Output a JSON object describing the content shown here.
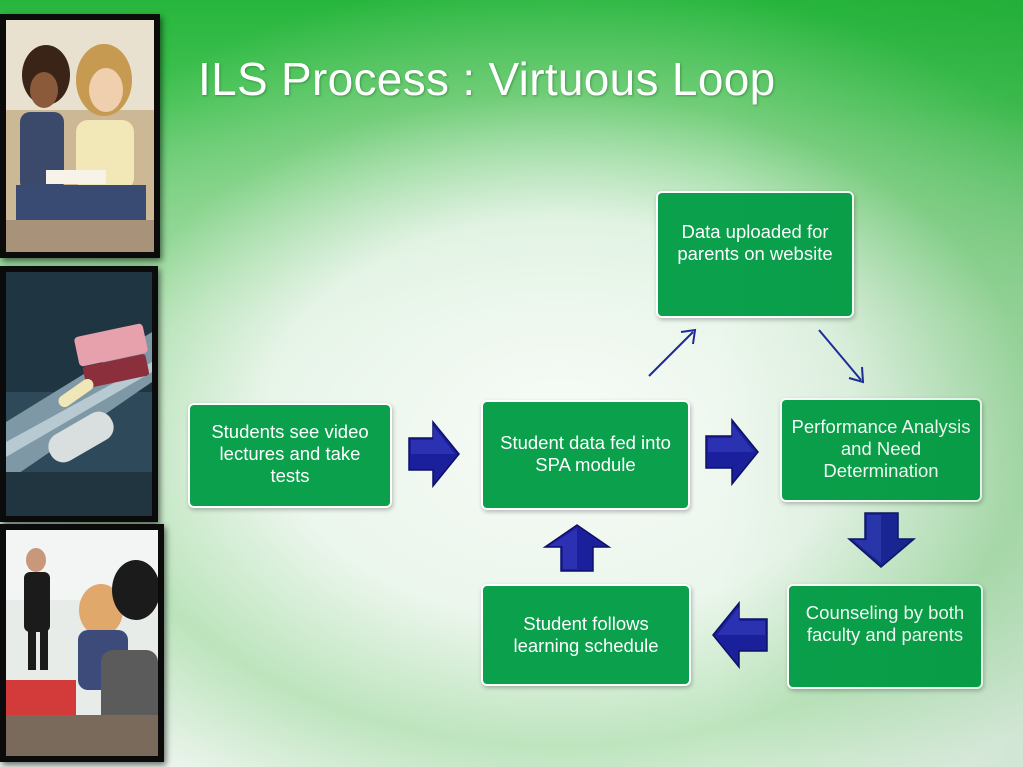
{
  "slide": {
    "title": "ILS Process : Virtuous Loop"
  },
  "colors": {
    "box_fill": "#0aa04c",
    "box_border": "#ffffff",
    "arrow_fill": "#1a1f9c",
    "arrow_dark": "#0d1066",
    "connector_line": "#1c2a9a",
    "title_text": "#ffffff",
    "background_green": "#27b63d"
  },
  "photos": [
    {
      "name": "students-studying-photo"
    },
    {
      "name": "chalk-and-eraser-photo"
    },
    {
      "name": "classroom-photo"
    }
  ],
  "diagram": {
    "nodes": [
      {
        "id": "data-uploaded",
        "text": "Data uploaded for parents on website"
      },
      {
        "id": "students-see",
        "text": "Students see video lectures and take tests"
      },
      {
        "id": "student-data",
        "text": "Student data fed into SPA module"
      },
      {
        "id": "performance",
        "text": "Performance Analysis and Need Determination"
      },
      {
        "id": "counseling",
        "text": "Counseling by both faculty and parents"
      },
      {
        "id": "follows",
        "text": "Student follows learning schedule"
      }
    ],
    "edges": [
      {
        "from": "students-see",
        "to": "student-data",
        "style": "block-arrow"
      },
      {
        "from": "student-data",
        "to": "performance",
        "style": "block-arrow"
      },
      {
        "from": "student-data",
        "to": "data-uploaded",
        "style": "line-arrow"
      },
      {
        "from": "data-uploaded",
        "to": "performance",
        "style": "line-arrow"
      },
      {
        "from": "performance",
        "to": "counseling",
        "style": "block-arrow"
      },
      {
        "from": "counseling",
        "to": "follows",
        "style": "block-arrow"
      },
      {
        "from": "follows",
        "to": "student-data",
        "style": "block-arrow"
      }
    ]
  }
}
